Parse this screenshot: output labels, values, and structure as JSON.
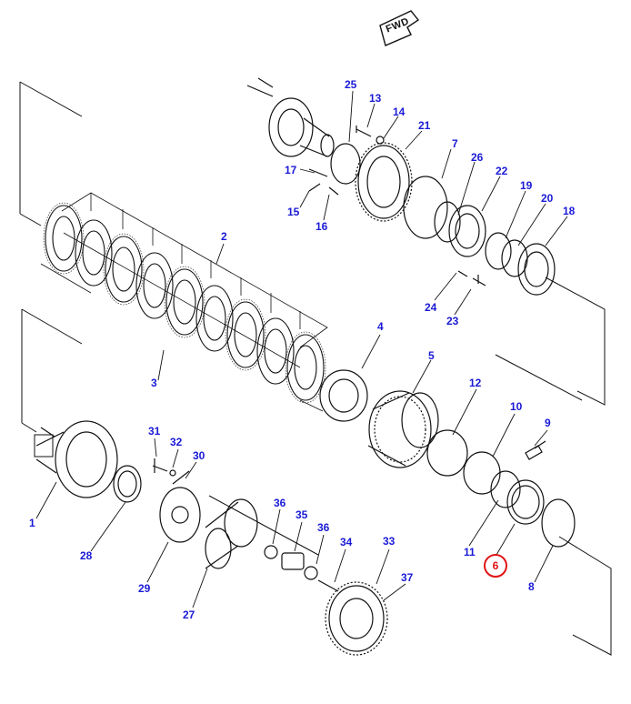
{
  "badge": {
    "fwd": "FWD"
  },
  "callouts": {
    "p1": "1",
    "p2": "2",
    "p3": "3",
    "p4": "4",
    "p5": "5",
    "p6": "6",
    "p7": "7",
    "p8": "8",
    "p9": "9",
    "p10": "10",
    "p11": "11",
    "p12": "12",
    "p13": "13",
    "p14": "14",
    "p15": "15",
    "p16": "16",
    "p17": "17",
    "p18": "18",
    "p19": "19",
    "p20": "20",
    "p21": "21",
    "p22": "22",
    "p23": "23",
    "p24": "24",
    "p25": "25",
    "p26": "26",
    "p27": "27",
    "p28": "28",
    "p29": "29",
    "p30": "30",
    "p31": "31",
    "p32": "32",
    "p33": "33",
    "p34": "34",
    "p35": "35",
    "p36a": "36",
    "p36b": "36",
    "p37": "37"
  },
  "colors": {
    "callout": "#1a1ad6",
    "highlight": "#e01515",
    "line": "#111111"
  }
}
